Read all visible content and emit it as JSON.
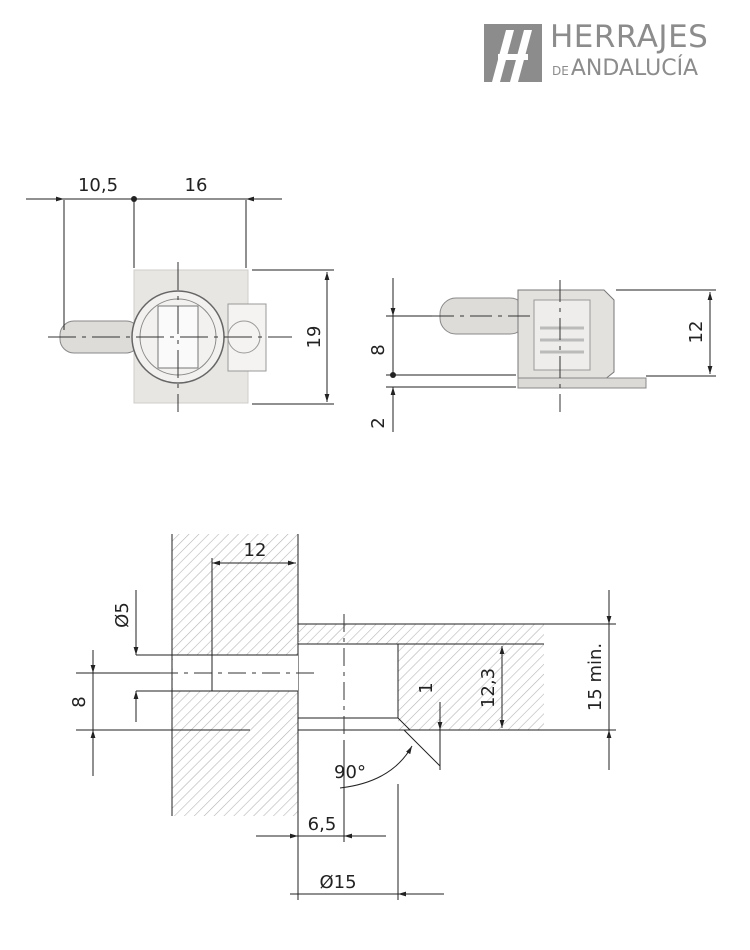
{
  "logo": {
    "line1": "HERRAJES",
    "line2_prefix": "DE",
    "line2_main": "ANDALUCÍA"
  },
  "top_view": {
    "dim_left": "10,5",
    "dim_width": "16",
    "dim_height": "19"
  },
  "side_view": {
    "dim_offset": "8",
    "dim_base": "2",
    "dim_height": "12"
  },
  "section_view": {
    "dim_depth": "12",
    "dim_dowel_diameter": "Ø5",
    "dim_dowel_offset": "8",
    "dim_bore_depth": "12,3",
    "dim_step": "1",
    "dim_panel_min": "15 min.",
    "dim_angle": "90°",
    "dim_edge": "6,5",
    "dim_bore_diameter": "Ø15"
  },
  "colors": {
    "line": "#222222",
    "hatch": "#b5b5b5",
    "part_fill": "#e8e6e3",
    "logo_gray": "#8c8c8c"
  }
}
